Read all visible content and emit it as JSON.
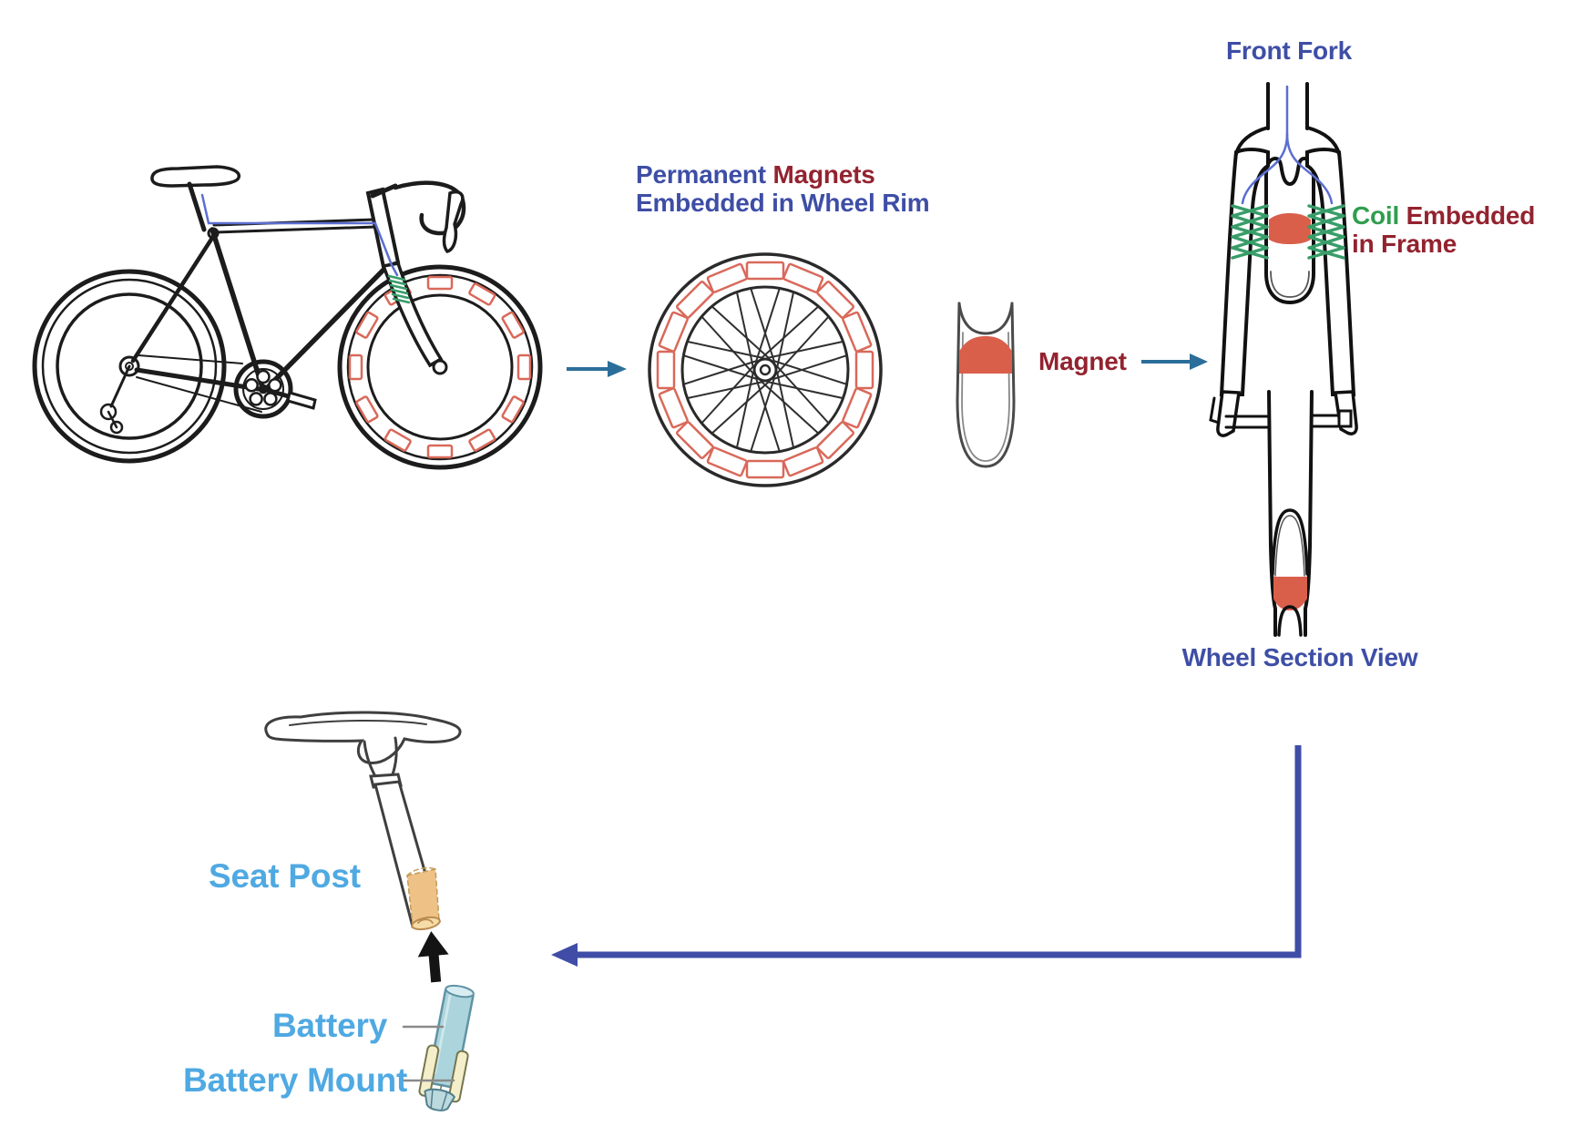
{
  "title": "Bicycle wheel-magnet electromagnetic charging system diagram",
  "labels": {
    "permanent_magnets": {
      "line1_part1": "Permanent ",
      "line1_part2": "Magnets",
      "line2": "Embedded in Wheel Rim"
    },
    "front_fork": "Front Fork",
    "coil_embedded": {
      "line1_part1": "Coil",
      "line1_part2": " Embedded",
      "line2": "in Frame"
    },
    "magnet": "Magnet",
    "wheel_section_view": "Wheel Section View",
    "seat_post": "Seat Post",
    "battery": "Battery",
    "battery_mount": "Battery Mount"
  },
  "colors": {
    "label_blue": "#3e4ea6",
    "label_maroon": "#93222f",
    "label_green": "#2f9e4e",
    "label_light_blue": "#4fa9e2",
    "magnet_fill_red": "#d95f4b",
    "magnet_outline_red": "#d9695a",
    "coil_green": "#389d69",
    "wire_blue": "#5b6ed1",
    "arrow_teal": "#2b6e99",
    "arrow_indigo": "#3f4da6",
    "battery_body_blue": "#abd4dc",
    "battery_mount_cream": "#f4efca",
    "seatpost_battery_tan": "#eec287"
  },
  "figures": [
    "bicycle-side-view",
    "wheel-with-rim-magnets",
    "rim-cross-section-with-magnet",
    "front-fork-with-coils",
    "wheel-section-view",
    "seat-post-with-battery-and-mount"
  ]
}
